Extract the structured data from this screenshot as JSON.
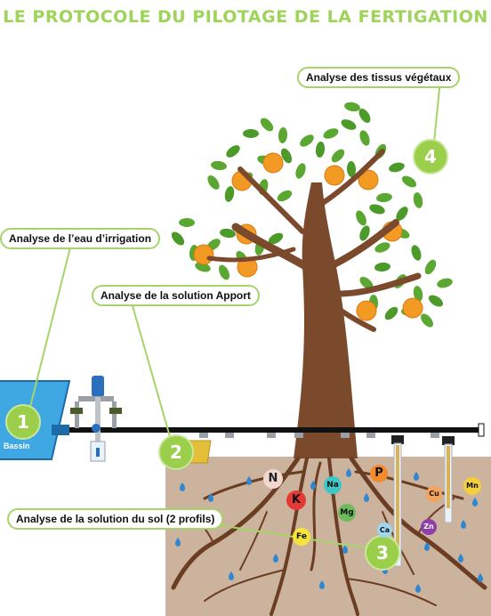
{
  "title": "LE PROTOCOLE DU PILOTAGE DE LA FERTIGATION",
  "callouts": {
    "c4": "Analyse des tissus végétaux",
    "c1": "Analyse de l’eau d’irrigation",
    "c2": "Analyse de la solution Apport",
    "c3": "Analyse de la solution du sol (2 profils)"
  },
  "badges": {
    "b1": "1",
    "b2": "2",
    "b3": "3",
    "b4": "4"
  },
  "bassin_label": "Bassin",
  "nutrients": {
    "N": "N",
    "K": "K",
    "Na": "Na",
    "Mg": "Mg",
    "Fe": "Fe",
    "P": "P",
    "Ca": "Ca",
    "Zn": "Zn",
    "Cu": "Cu",
    "Mn": "Mn"
  },
  "colors": {
    "accent_green": "#9bcf4b",
    "leaf_green": "#5aa832",
    "trunk_brown": "#7b4a2c",
    "soil": "#ccb39e",
    "water_blue": "#2f86d1",
    "orange": "#f39a24"
  }
}
